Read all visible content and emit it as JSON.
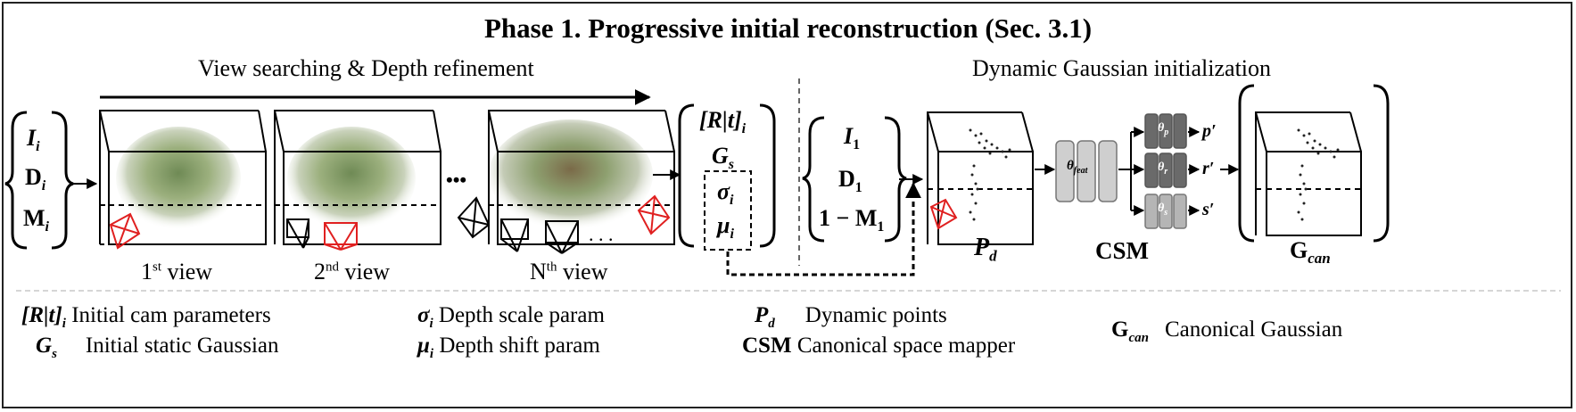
{
  "title": "Phase 1. Progressive initial reconstruction (Sec. 3.1)",
  "left_section_label": "View searching & Depth refinement",
  "right_section_label": "Dynamic Gaussian initialization",
  "input_left": [
    "I",
    "D",
    "M"
  ],
  "input_left_sub": "i",
  "view_labels": [
    {
      "base": "1",
      "sup": "st",
      "rest": " view"
    },
    {
      "base": "2",
      "sup": "nd",
      "rest": " view"
    },
    {
      "base": "N",
      "sup": "th",
      "rest": " view"
    }
  ],
  "ellipsis": "•••",
  "cam_dots": ". . .",
  "output_block": {
    "rt": "[R|t]",
    "rt_sub": "i",
    "gs": "G",
    "gs_sub": "s",
    "sigma": "σ",
    "sigma_sub": "i",
    "mu": "μ",
    "mu_sub": "i"
  },
  "input_right": [
    "I",
    "D",
    "1 − M"
  ],
  "input_right_sub": "1",
  "pd_label": {
    "base": "P",
    "sub": "d"
  },
  "csm_label": "CSM",
  "theta_feat": {
    "base": "θ",
    "sub": "feat"
  },
  "theta_heads": [
    {
      "base": "θ",
      "sub": "p",
      "out": "p′"
    },
    {
      "base": "θ",
      "sub": "r",
      "out": "r′"
    },
    {
      "base": "θ",
      "sub": "s",
      "out": "s′"
    }
  ],
  "gcan_label": {
    "base": "G",
    "sub": "can"
  },
  "legend": [
    {
      "sym": "[R|t]",
      "sub": "i",
      "desc": "Initial cam parameters"
    },
    {
      "sym": "G",
      "sub": "s",
      "desc": "Initial static Gaussian"
    },
    {
      "sym": "σ",
      "sub": "i",
      "desc": "Depth scale param"
    },
    {
      "sym": "μ",
      "sub": "i",
      "desc": "Depth shift param"
    },
    {
      "sym": "P",
      "sub": "d",
      "desc": "Dynamic points"
    },
    {
      "sym": "CSM",
      "sub": "",
      "desc": "Canonical space mapper"
    },
    {
      "sym": "G",
      "sub": "can",
      "desc": "Canonical Gaussian"
    }
  ],
  "colors": {
    "camera_red": "#e02020",
    "module_gray": "#cfcfcf",
    "head_dark": "#6a6a6a",
    "head_light": "#b5b5b5",
    "separator": "#c8c8c8"
  }
}
